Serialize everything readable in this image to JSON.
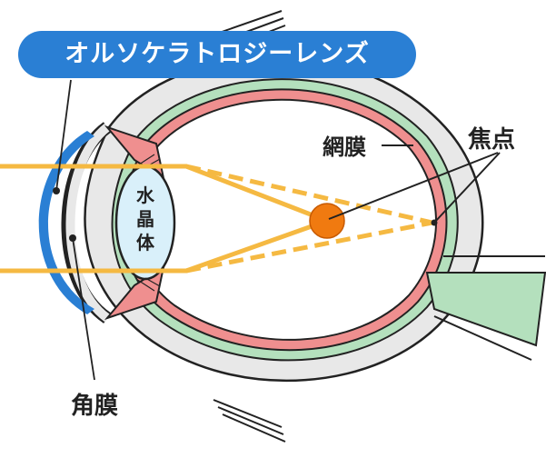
{
  "title": "オルソケラトロジーレンズ",
  "labels": {
    "lens": "水晶体",
    "retina": "網膜",
    "focal_point": "焦点",
    "cornea": "角膜"
  },
  "colors": {
    "title_bg": "#2a7fd4",
    "ortho_lens": "#2a7fd4",
    "light_ray": "#f5b942",
    "focus_dot": "#f07a10",
    "retina": "#ef8f8f",
    "choroid": "#b4e0bd",
    "sclera": "#e8e8e8",
    "lens_fill": "#d9f0fa",
    "outline": "#222222"
  }
}
